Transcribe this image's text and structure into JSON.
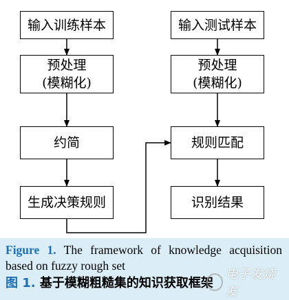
{
  "flowchart": {
    "training": {
      "input": "输入训练样本",
      "preprocess": [
        "预处理",
        "(模糊化)"
      ],
      "reduce": "约简",
      "rules": "生成决策规则"
    },
    "testing": {
      "input": "输入测试样本",
      "preprocess": [
        "预处理",
        "(模糊化)"
      ],
      "match": "规则匹配",
      "result": "识别结果"
    }
  },
  "caption": {
    "en_label": "Figure 1.",
    "en_text": "The framework of knowledge acquisition based on fuzzy rough set",
    "zh_label": "图 1.",
    "zh_text": "基于模糊粗糙集的知识获取框架"
  },
  "watermark": {
    "text": "电子发烧友"
  }
}
